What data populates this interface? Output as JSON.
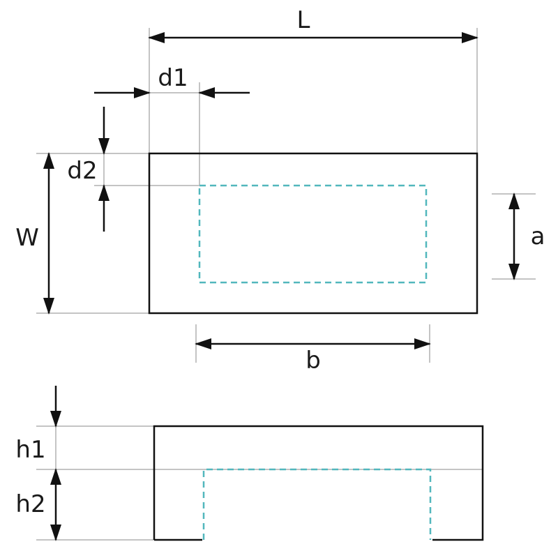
{
  "labels": {
    "L": "L",
    "d1": "d1",
    "d2": "d2",
    "W": "W",
    "a": "a",
    "b": "b",
    "h1": "h1",
    "h2": "h2"
  },
  "colors": {
    "outline": "#111111",
    "extension": "#c4c4c4",
    "hidden": "#52b7bd"
  },
  "views": [
    "top-view",
    "side-view"
  ]
}
